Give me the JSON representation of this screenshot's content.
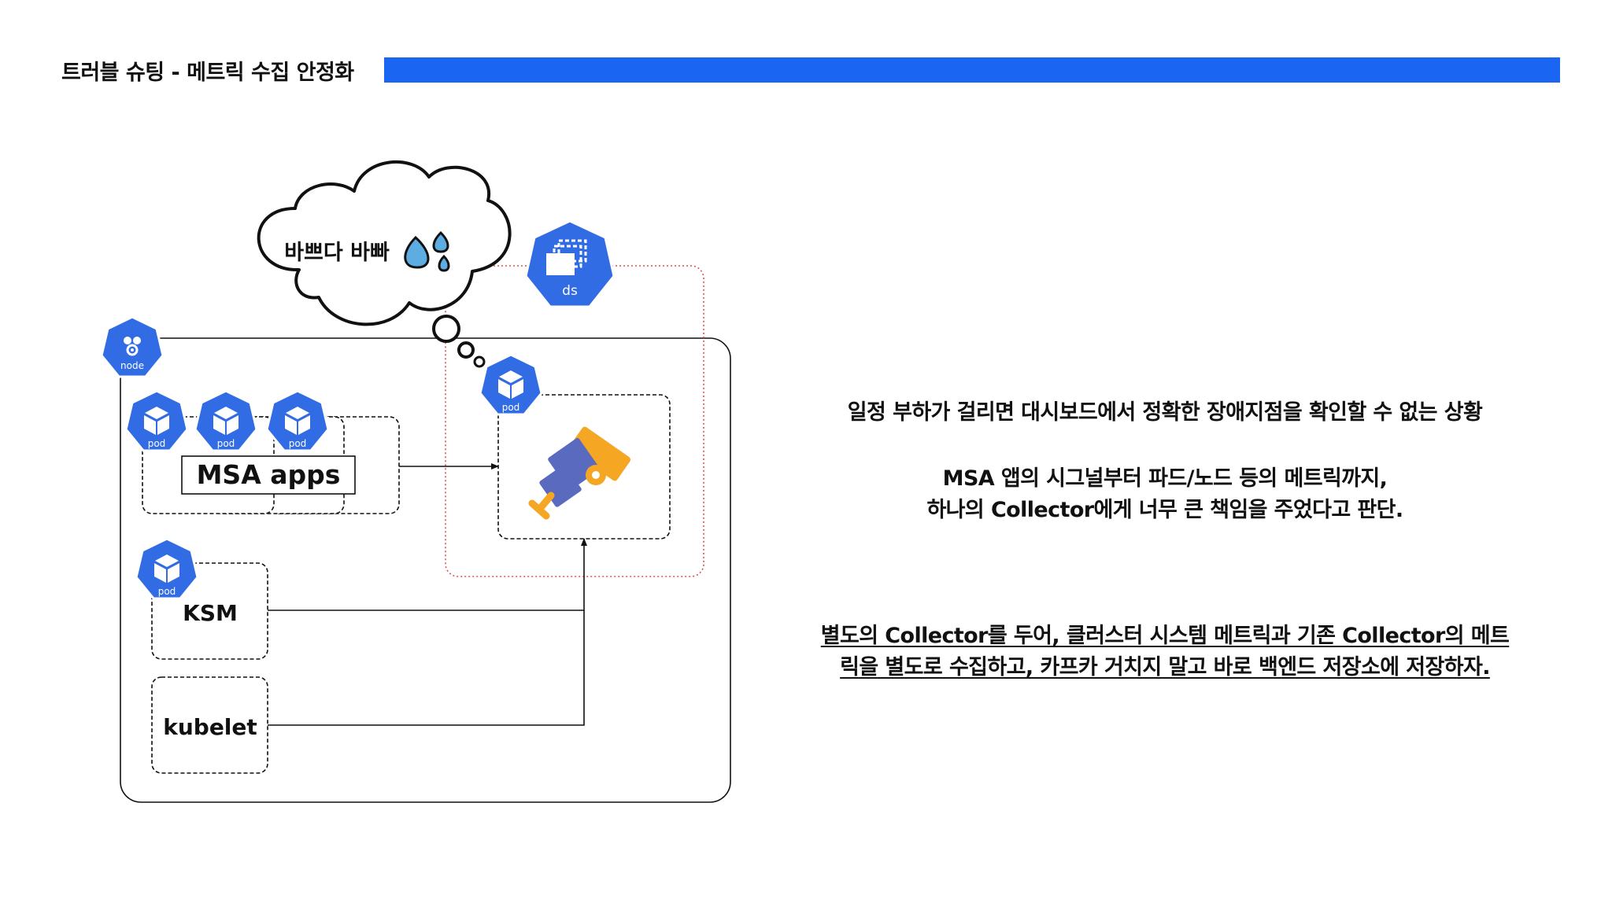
{
  "slide": {
    "title": "트러블 슈팅 - 메트릭 수집 안정화",
    "accent_color": "#1a66f2"
  },
  "diagram": {
    "thought_bubble": {
      "text": "바쁘다 바빠",
      "icon": "sweat-drops-icon"
    },
    "hexagons": {
      "node": "node",
      "ds": "ds",
      "pod": "pod"
    },
    "boxes": {
      "msa_apps": "MSA apps",
      "ksm": "KSM",
      "kubelet": "kubelet"
    },
    "collector_icon": "telescope-icon",
    "k8s_blue": "#326ce5",
    "daemonset_border_color": "#d9534f"
  },
  "notes": {
    "problem": "일정 부하가 걸리면 대시보드에서 정확한 장애지점을 확인할 수 없는 상황",
    "cause_line1": "MSA 앱의 시그널부터 파드/노드 등의 메트릭까지,",
    "cause_line2": "하나의 Collector에게 너무 큰 책임을 주었다고 판단.",
    "solution_line1": "별도의 Collector를 두어, 클러스터 시스템 메트릭과 기존 Collector의 메트",
    "solution_line2": "릭을 별도로 수집하고, 카프카 거치지 말고 바로 백엔드 저장소에 저장하자."
  }
}
